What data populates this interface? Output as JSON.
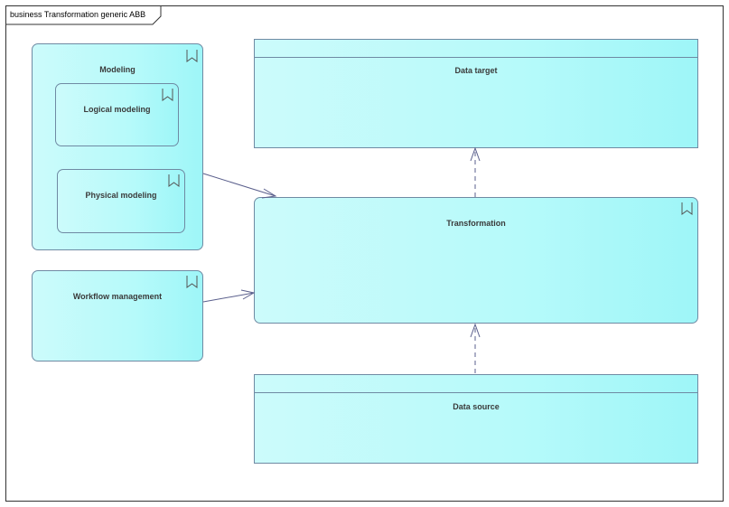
{
  "diagram": {
    "title": "business Transformation generic ABB",
    "nodes": {
      "modeling": {
        "label": "Modeling",
        "icon": "business-function-icon"
      },
      "logical_modeling": {
        "label": "Logical modeling",
        "icon": "business-function-icon"
      },
      "physical_modeling": {
        "label": "Physical modeling",
        "icon": "business-function-icon"
      },
      "workflow_management": {
        "label": "Workflow management",
        "icon": "business-function-icon"
      },
      "data_target": {
        "label": "Data target"
      },
      "transformation": {
        "label": "Transformation",
        "icon": "business-function-icon"
      },
      "data_source": {
        "label": "Data source"
      }
    },
    "connections": [
      {
        "from": "Modeling",
        "to": "Transformation",
        "style": "solid"
      },
      {
        "from": "Workflow management",
        "to": "Transformation",
        "style": "solid"
      },
      {
        "from": "Transformation",
        "to": "Data target",
        "style": "dashed"
      },
      {
        "from": "Data source",
        "to": "Transformation",
        "style": "dashed"
      }
    ],
    "colors": {
      "fill": "#bff9fa",
      "border": "#6f8aa3",
      "edge": "#5a5f8c"
    }
  }
}
